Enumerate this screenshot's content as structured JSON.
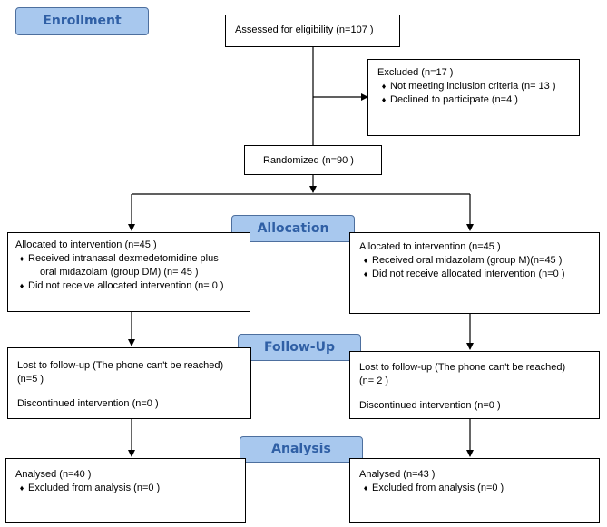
{
  "stages": {
    "enrollment": "Enrollment",
    "allocation": "Allocation",
    "followup": "Follow-Up",
    "analysis": "Analysis"
  },
  "assessed": "Assessed for eligibility (n=107 )",
  "excluded": {
    "title": "Excluded (n=17 )",
    "items": [
      "Not meeting inclusion criteria (n= 13 )",
      "Declined to participate (n=4 )"
    ]
  },
  "randomized": "Randomized (n=90 )",
  "left": {
    "allocated": "Allocated to intervention (n=45 )",
    "received_line1": "Received intranasal dexmedetomidine plus",
    "received_line2": "oral midazolam (group DM) (n= 45 )",
    "not_received": "Did not receive allocated intervention (n= 0 )",
    "lost_line1": "Lost to follow-up (The phone can't be reached)",
    "lost_line2": "(n=5 )",
    "discontinued": "Discontinued intervention (n=0 )",
    "analysed": "Analysed (n=40 )",
    "excluded_analysis": "Excluded from analysis (n=0 )"
  },
  "right": {
    "allocated": "Allocated to intervention (n=45 )",
    "received": "Received oral midazolam (group M)(n=45 )",
    "not_received": "Did not receive allocated intervention (n=0 )",
    "lost_line1": "Lost to follow-up (The phone can't be reached)",
    "lost_line2": "(n= 2 )",
    "discontinued": "Discontinued intervention (n=0 )",
    "analysed": "Analysed (n=43 )",
    "excluded_analysis": "Excluded from analysis (n=0 )"
  },
  "bullet_glyph": "♦"
}
